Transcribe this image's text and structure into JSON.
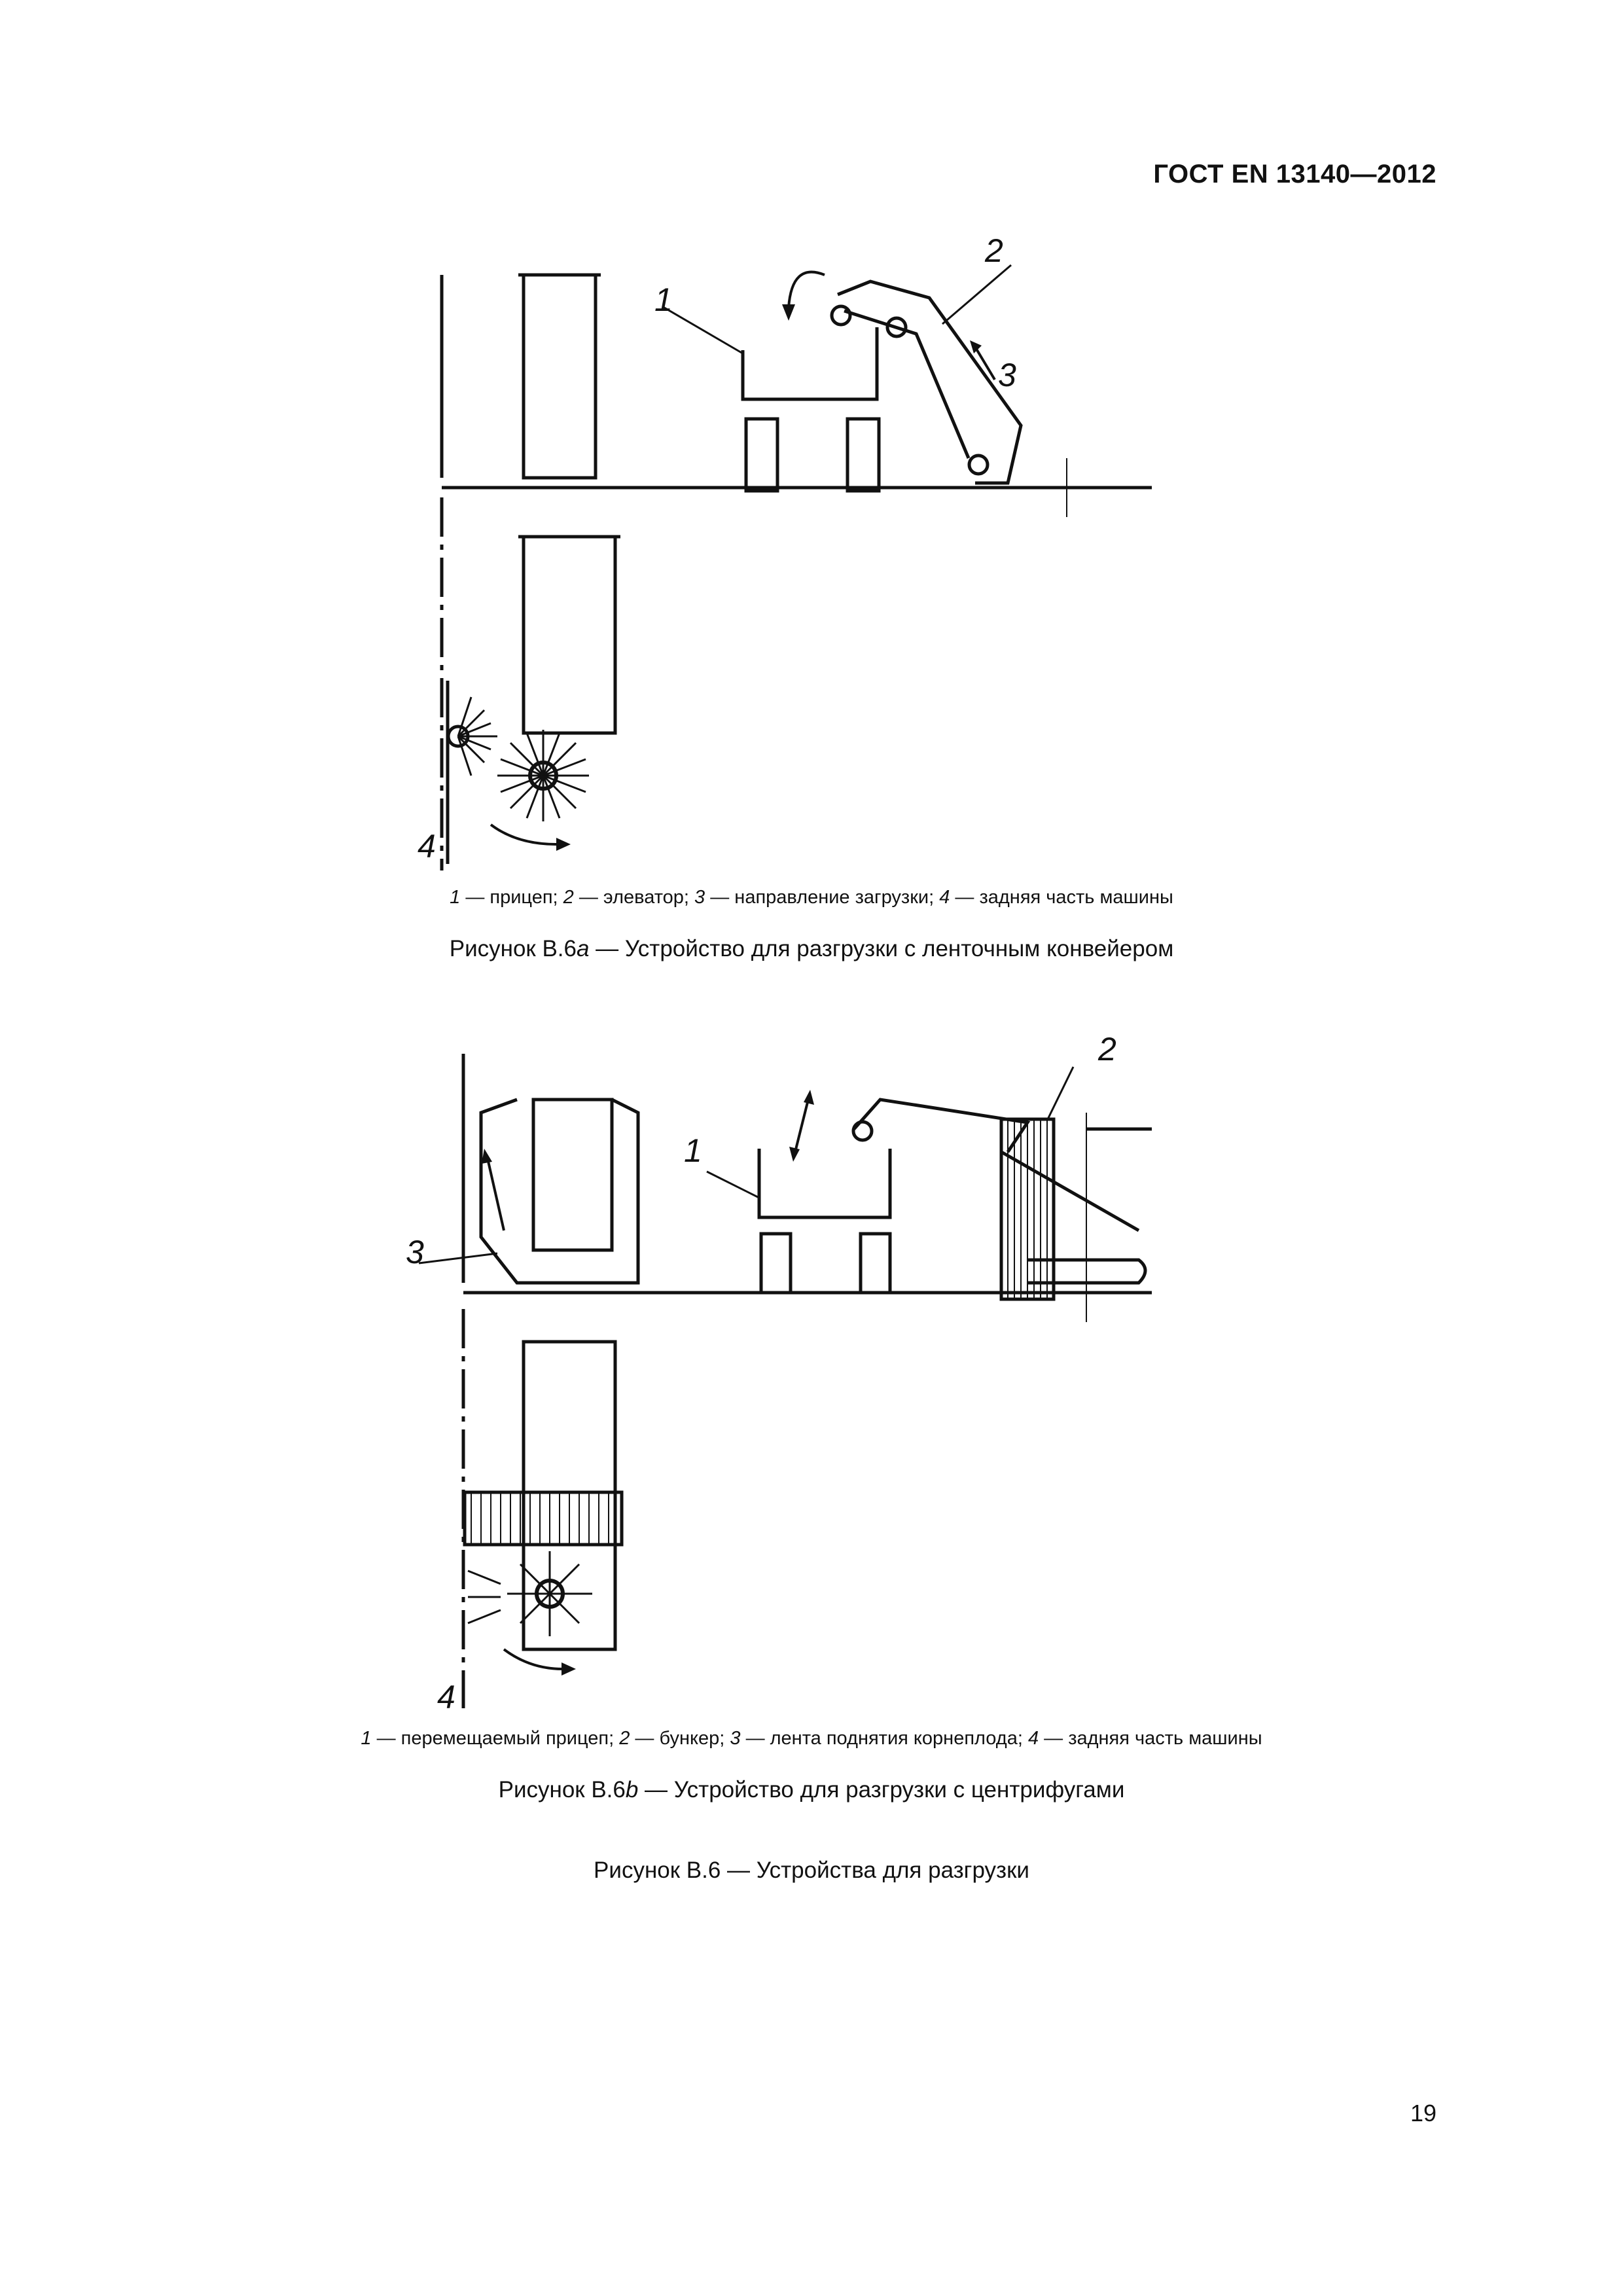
{
  "header": {
    "standard": "ГОСТ EN 13140—2012"
  },
  "figure_a": {
    "callouts": {
      "c1": "1",
      "c2": "2",
      "c3": "3",
      "c4": "4"
    },
    "legend": [
      {
        "num": "1",
        "text": " — прицеп; "
      },
      {
        "num": "2",
        "text": " — элеватор; "
      },
      {
        "num": "3",
        "text": " — направление загрузки; "
      },
      {
        "num": "4",
        "text": " — задняя часть машины"
      }
    ],
    "caption_prefix": "Рисунок В.6",
    "caption_letter": "a",
    "caption_rest": " — Устройство для разгрузки с ленточным конвейером"
  },
  "figure_b": {
    "callouts": {
      "c1": "1",
      "c2": "2",
      "c3": "3",
      "c4": "4"
    },
    "legend": [
      {
        "num": "1",
        "text": " — перемещаемый прицеп; "
      },
      {
        "num": "2",
        "text": " — бункер; "
      },
      {
        "num": "3",
        "text": " — лента поднятия корнеплода; "
      },
      {
        "num": "4",
        "text": " — задняя часть машины"
      }
    ],
    "caption_prefix": "Рисунок В.6",
    "caption_letter": "b",
    "caption_rest": " — Устройство для разгрузки с центрифугами"
  },
  "figure_caption": "Рисунок В.6 — Устройства для разгрузки",
  "page_number": "19"
}
